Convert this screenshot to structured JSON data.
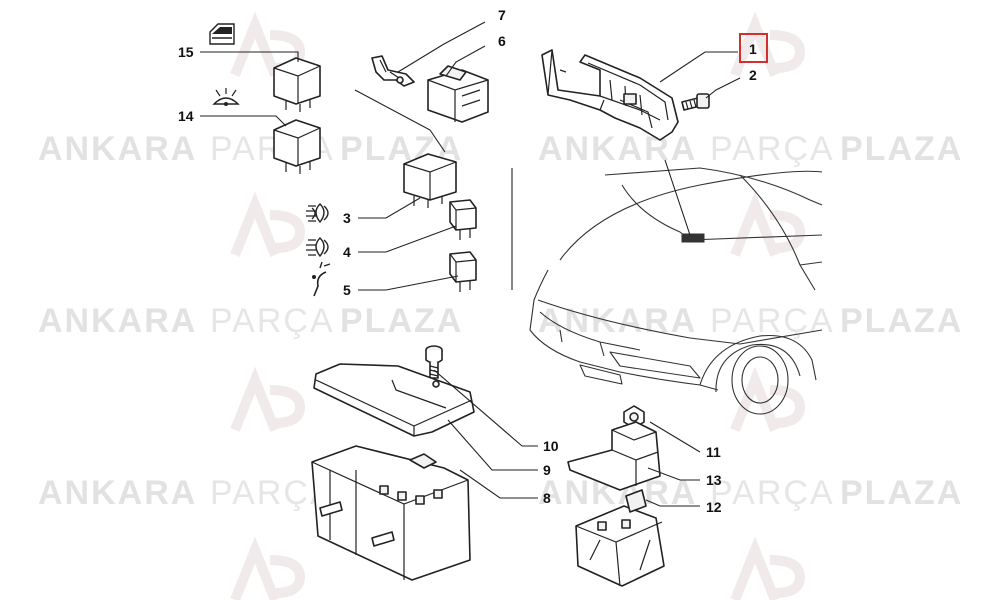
{
  "watermark": {
    "word1": "ANKARA",
    "word2": "PARÇA",
    "word3": "PLAZA",
    "color": "#e4e4e4"
  },
  "callouts": {
    "c1": "1",
    "c2": "2",
    "c3": "3",
    "c4": "4",
    "c5": "5",
    "c6": "6",
    "c7": "7",
    "c8": "8",
    "c9": "9",
    "c10": "10",
    "c11": "11",
    "c12": "12",
    "c13": "13",
    "c14": "14",
    "c15": "15"
  },
  "icons": {
    "c3": "fog-light-icon",
    "c4": "fog-light-icon",
    "c5": "horn-icon",
    "c14": "windshield-washer-icon",
    "c15": "door-icon"
  },
  "highlight": {
    "callout": "1",
    "color": "#d32f2f"
  }
}
